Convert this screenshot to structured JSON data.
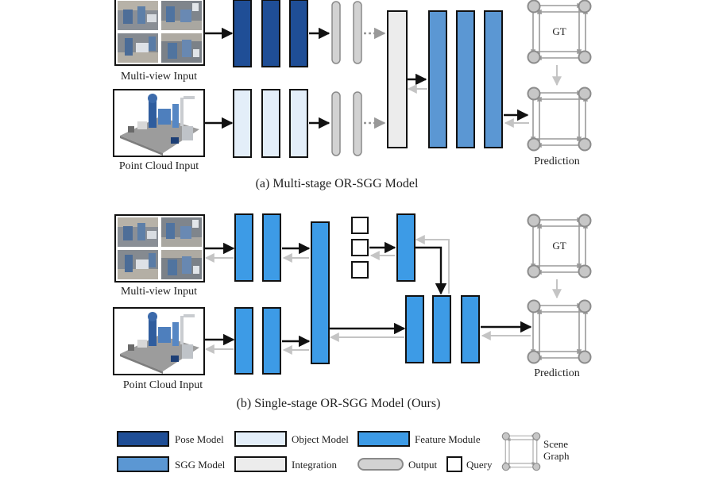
{
  "colors": {
    "pose": "#1f4e96",
    "object": "#e3eef9",
    "feature": "#3d9be6",
    "sgg": "#5b97d3",
    "integration": "#ececec",
    "output": "#d2d2d2",
    "arrow_dark": "#111111",
    "arrow_light": "#c4c4c4",
    "dotted": "#999999",
    "graph": "#9a9a9a"
  },
  "icons": {
    "multi_view": "or-multi-view-photo-grid",
    "point_cloud": "or-point-cloud-render",
    "scene_graph": "scene-graph-square-icon"
  },
  "diagram": {
    "a": {
      "caption": "(a) Multi-stage OR-SGG Model",
      "multi_view_label": "Multi-view Input",
      "point_cloud_label": "Point Cloud Input",
      "gt_label": "GT",
      "prediction_label": "Prediction"
    },
    "b": {
      "caption": "(b) Single-stage OR-SGG Model (Ours)",
      "multi_view_label": "Multi-view Input",
      "point_cloud_label": "Point Cloud Input",
      "gt_label": "GT",
      "prediction_label": "Prediction"
    }
  },
  "legend": {
    "pose": "Pose Model",
    "object": "Object Model",
    "feature": "Feature Module",
    "scene_graph_line1": "Scene",
    "scene_graph_line2": "Graph",
    "sgg": "SGG Model",
    "integration": "Integration",
    "output": "Output",
    "query": "Query"
  }
}
